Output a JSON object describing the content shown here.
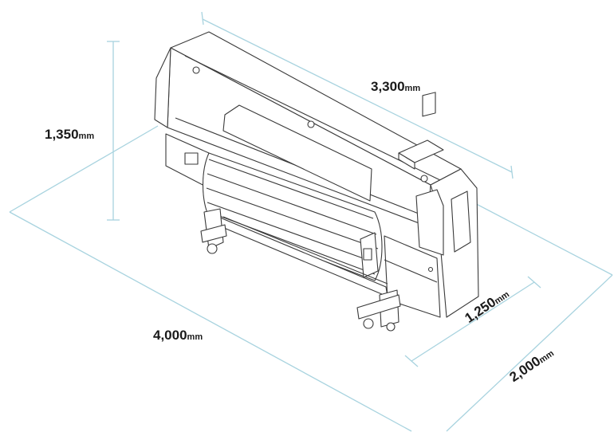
{
  "colors": {
    "dimension_line": "#a8d3df",
    "machine_line": "#3a3a3a",
    "label_text": "#1a1a1a"
  },
  "dimensions": {
    "machine_height": {
      "value": "1,350",
      "unit": "mm"
    },
    "machine_length": {
      "value": "3,300",
      "unit": "mm"
    },
    "machine_depth": {
      "value": "1,250",
      "unit": "mm"
    },
    "floor_length": {
      "value": "4,000",
      "unit": "mm"
    },
    "floor_depth": {
      "value": "2,000",
      "unit": "mm"
    }
  }
}
